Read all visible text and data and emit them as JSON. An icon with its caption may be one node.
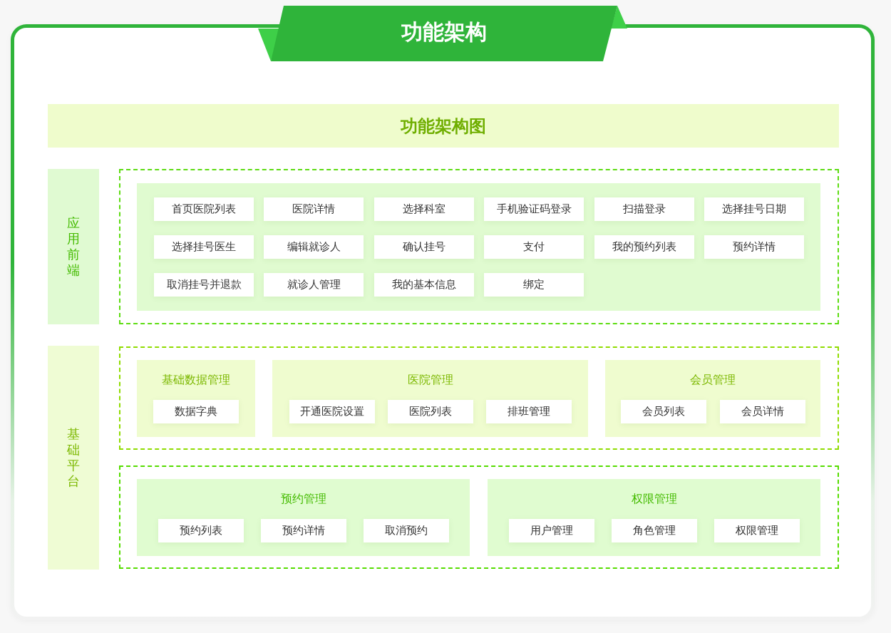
{
  "diagram": {
    "title": "功能架构",
    "nodes": [
      {
        "text": [
          "功能架构图"
        ]
      },
      {
        "text": [
          "应用前端"
        ]
      },
      {
        "text": [],
        "shape": "box"
      },
      {
        "text": [],
        "shape": "box",
        "in": 2
      },
      {
        "text": [
          "首页医院列表"
        ],
        "in": 3
      },
      {
        "text": [
          "医院详情"
        ],
        "in": 3
      },
      {
        "text": [
          "选择科室"
        ],
        "in": 3
      },
      {
        "text": [
          "手机验证码登录"
        ],
        "in": 3
      },
      {
        "text": [
          "扫描登录"
        ],
        "in": 3
      },
      {
        "text": [
          "选择挂号日期"
        ],
        "in": 3
      },
      {
        "text": [
          "选择挂号医生"
        ],
        "in": 3
      },
      {
        "text": [
          "编辑就诊人"
        ],
        "in": 3
      },
      {
        "text": [
          "确认挂号"
        ],
        "in": 3
      },
      {
        "text": [
          "支付"
        ],
        "in": 3
      },
      {
        "text": [
          "我的预约列表"
        ],
        "in": 3
      },
      {
        "text": [
          "预约详情"
        ],
        "in": 3
      },
      {
        "text": [
          "取消挂号并退款"
        ],
        "in": 3
      },
      {
        "text": [
          "就诊人管理"
        ],
        "in": 3
      },
      {
        "text": [
          "我的基本信息"
        ],
        "in": 3
      },
      {
        "text": [
          "绑定"
        ],
        "in": 3
      },
      {
        "text": [
          "基础平台"
        ]
      },
      {
        "text": [],
        "shape": "box"
      },
      {
        "text": [
          "基础数据管理"
        ],
        "in": 21
      },
      {
        "text": [
          "数据字典"
        ],
        "in": 22
      },
      {
        "text": [
          "医院管理"
        ],
        "in": 21
      },
      {
        "text": [
          "开通医院设置"
        ],
        "in": 24
      },
      {
        "text": [
          "医院列表"
        ],
        "in": 24
      },
      {
        "text": [
          "排班管理"
        ],
        "in": 24
      },
      {
        "text": [
          "会员管理"
        ],
        "in": 21
      },
      {
        "text": [
          "会员列表"
        ],
        "in": 28
      },
      {
        "text": [
          "会员详情"
        ],
        "in": 28
      },
      {
        "text": [],
        "shape": "box"
      },
      {
        "text": [
          "预约管理"
        ],
        "in": 31
      },
      {
        "text": [
          "预约列表"
        ],
        "in": 32
      },
      {
        "text": [
          "预约详情"
        ],
        "in": 32
      },
      {
        "text": [
          "取消预约"
        ],
        "in": 32
      },
      {
        "text": [
          "权限管理"
        ],
        "in": 31
      },
      {
        "text": [
          "用户管理"
        ],
        "in": 36
      },
      {
        "text": [
          "角色管理"
        ],
        "in": 36
      },
      {
        "text": [
          "权限管理"
        ],
        "in": 36
      }
    ]
  }
}
